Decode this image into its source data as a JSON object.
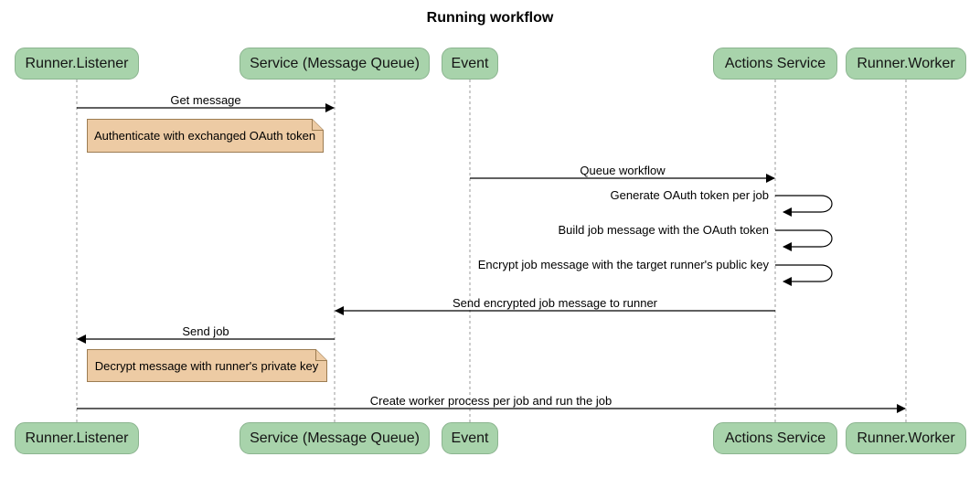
{
  "title": "Running workflow",
  "colors": {
    "actor_fill": "#a8d3ab",
    "actor_border": "#8bb48f",
    "note_fill": "#edcba4",
    "note_border": "#9c7c52",
    "line": "#000000",
    "lifeline": "#999999"
  },
  "actors": [
    {
      "label": "Runner.Listener"
    },
    {
      "label": "Service (Message Queue)"
    },
    {
      "label": "Event"
    },
    {
      "label": "Actions Service"
    },
    {
      "label": "Runner.Worker"
    }
  ],
  "messages": [
    {
      "label": "Get message",
      "from": "Runner.Listener",
      "to": "Service (Message Queue)",
      "type": "solid-arrow"
    },
    {
      "label": "Queue workflow",
      "from": "Event",
      "to": "Actions Service",
      "type": "solid-arrow"
    },
    {
      "label": "Generate OAuth token per job",
      "from": "Actions Service",
      "to": "Actions Service",
      "type": "self-loop"
    },
    {
      "label": "Build job message with the OAuth token",
      "from": "Actions Service",
      "to": "Actions Service",
      "type": "self-loop"
    },
    {
      "label": "Encrypt job message with the target runner's public key",
      "from": "Actions Service",
      "to": "Actions Service",
      "type": "self-loop"
    },
    {
      "label": "Send encrypted job message to runner",
      "from": "Actions Service",
      "to": "Service (Message Queue)",
      "type": "solid-arrow"
    },
    {
      "label": "Send job",
      "from": "Service (Message Queue)",
      "to": "Runner.Listener",
      "type": "solid-arrow"
    },
    {
      "label": "Create worker process per job and run the job",
      "from": "Runner.Listener",
      "to": "Runner.Worker",
      "type": "solid-arrow"
    }
  ],
  "notes": [
    {
      "label": "Authenticate with exchanged OAuth token",
      "position": "right of Runner.Listener"
    },
    {
      "label": "Decrypt message with runner's private key",
      "position": "right of Runner.Listener"
    }
  ]
}
